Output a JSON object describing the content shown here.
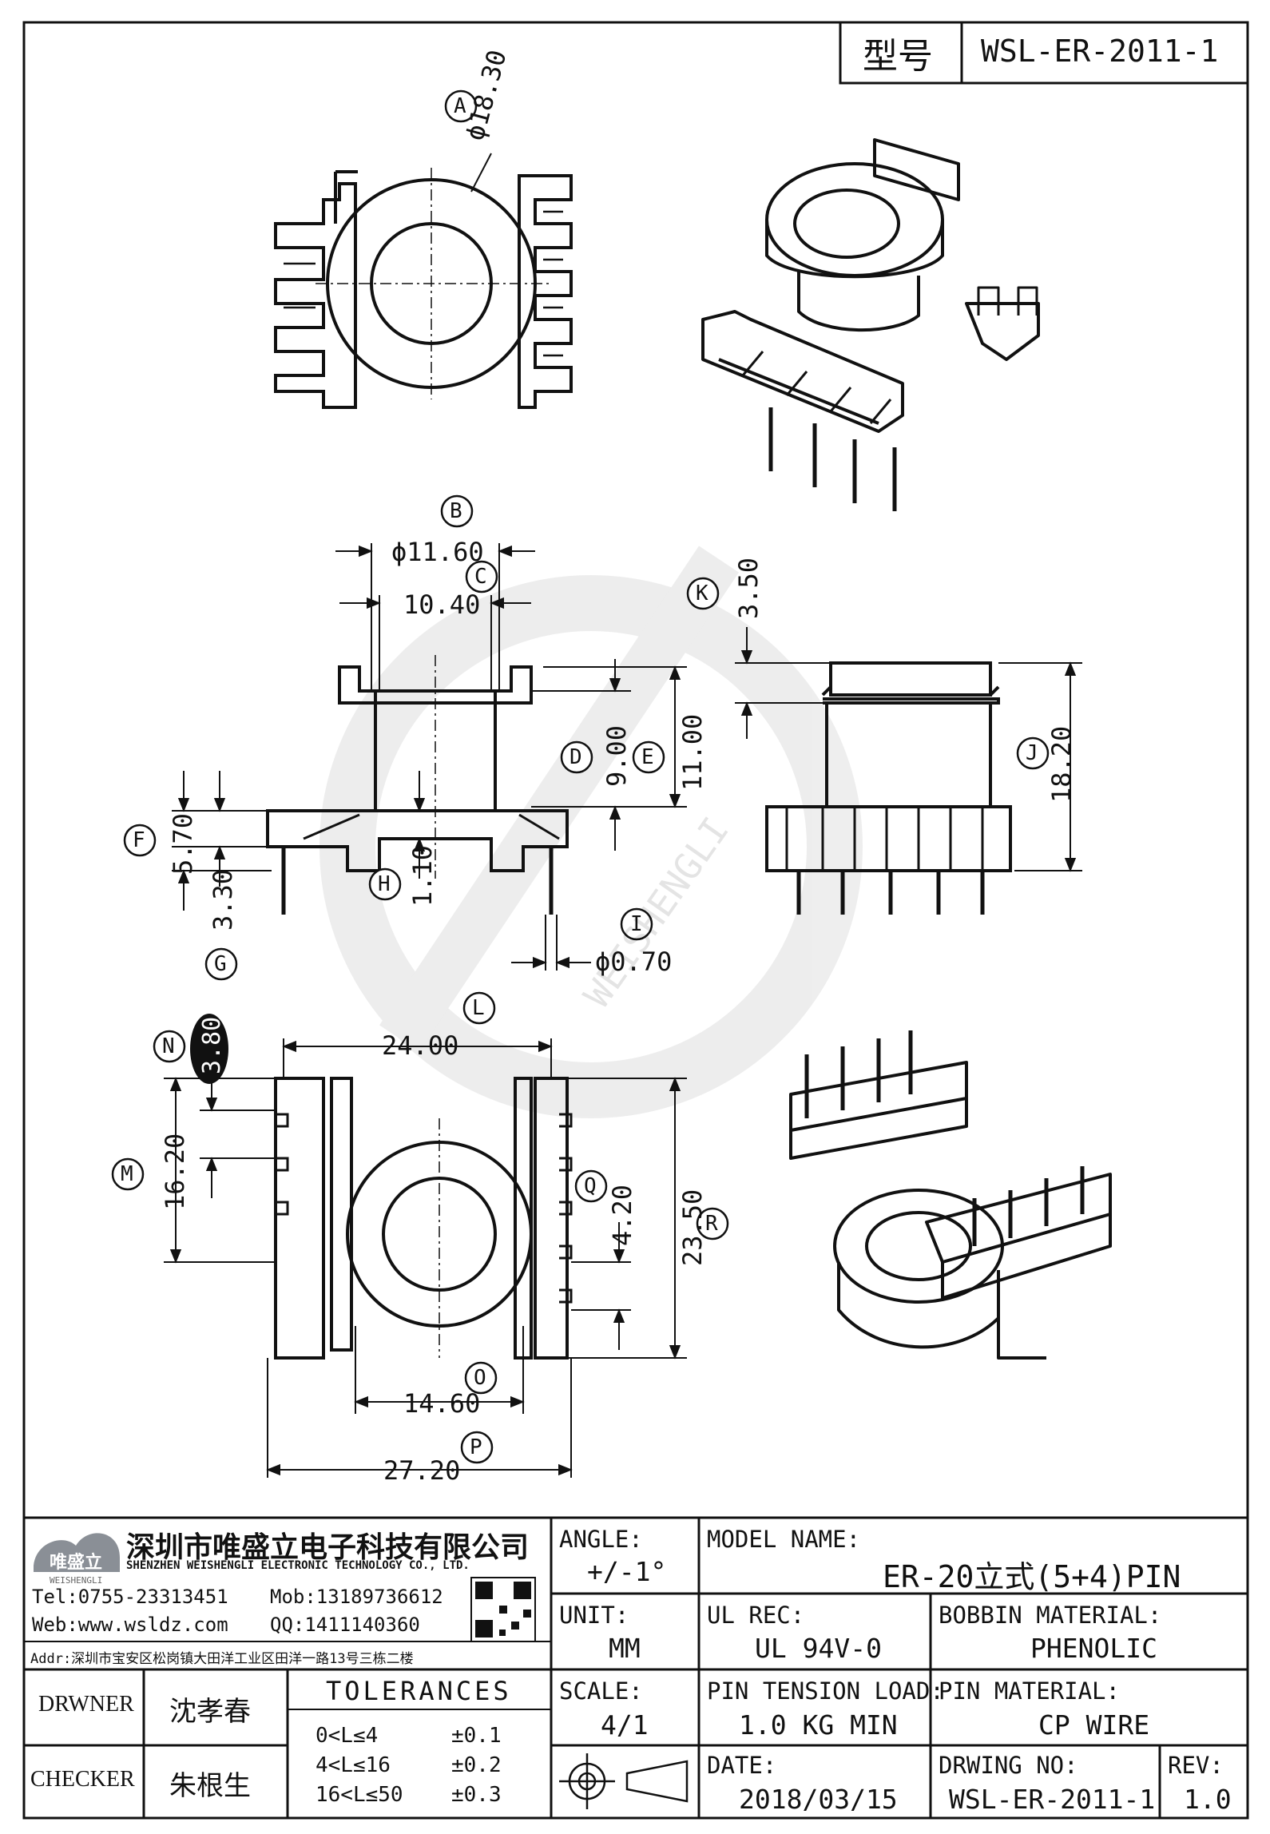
{
  "header": {
    "model_label": "型号",
    "model_no": "WSL-ER-2011-1"
  },
  "dimensions": {
    "A": "A",
    "B": "B",
    "C": "C",
    "D": "D",
    "E": "E",
    "F": "F",
    "G": "G",
    "H": "H",
    "I": "I",
    "J": "J",
    "K": "K",
    "L": "L",
    "M": "M",
    "N": "N",
    "O": "O",
    "P": "P",
    "Q": "Q",
    "R": "R",
    "A_val": "ϕ18.30",
    "B_val": "ϕ11.60",
    "C_val": "10.40",
    "D_val": "9.00",
    "E_val": "11.00",
    "F_val": "5.70",
    "G_val": "3.30",
    "H_val": "1.10",
    "I_val": "ϕ0.70",
    "J_val": "18.20",
    "K_val": "3.50",
    "L_val": "24.00",
    "M_val": "16.20",
    "N_val": "3.80",
    "O_val": "14.60",
    "P_val": "27.20",
    "Q_val": "4.20",
    "R_val": "23.50"
  },
  "watermark": {
    "text": "WEISHENGLI"
  },
  "company": {
    "logo_text": "唯盛立",
    "logo_sub": "WEISHENGLI",
    "name_cn": "深圳市唯盛立电子科技有限公司",
    "name_en": "SHENZHEN WEISHENGLI ELECTRONIC TECHNOLOGY CO., LTD.",
    "tel": "Tel:0755-23313451",
    "mob": "Mob:13189736612",
    "web": "Web:www.wsldz.com",
    "qq": "QQ:1411140360",
    "addr": "Addr:深圳市宝安区松岗镇大田洋工业区田洋一路13号三栋二楼"
  },
  "title_block": {
    "angle_label": "ANGLE:",
    "angle_value": "+/-1°",
    "unit_label": "UNIT:",
    "unit_value": "MM",
    "scale_label": "SCALE:",
    "scale_value": "4/1",
    "model_name_label": "MODEL NAME:",
    "model_name_value": "ER-20立式(5+4)PIN",
    "ul_label": "UL REC:",
    "ul_value": "UL 94V-0",
    "bobbin_label": "BOBBIN MATERIAL:",
    "bobbin_value": "PHENOLIC",
    "pin_tension_label": "PIN TENSION LOAD:",
    "pin_tension_value": "1.0 KG MIN",
    "pin_material_label": "PIN MATERIAL:",
    "pin_material_value": "CP WIRE",
    "date_label": "DATE:",
    "date_value": "2018/03/15",
    "drwing_label": "DRWING NO:",
    "drwing_value": "WSL-ER-2011-1",
    "rev_label": "REV:",
    "rev_value": "1.0",
    "drwner_label": "DRWNER",
    "drwner_value": "沈孝春",
    "checker_label": "CHECKER",
    "checker_value": "朱根生",
    "tolerances_label": "TOLERANCES",
    "tol_rows": [
      {
        "range": "0<L≤4",
        "tol": "±0.1"
      },
      {
        "range": "4<L≤16",
        "tol": "±0.2"
      },
      {
        "range": "16<L≤50",
        "tol": "±0.3"
      }
    ]
  }
}
